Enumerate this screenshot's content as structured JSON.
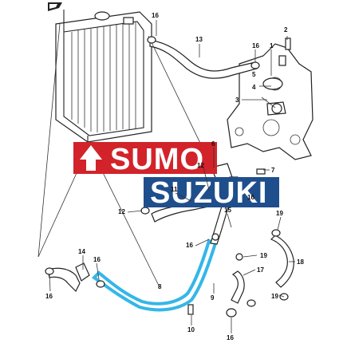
{
  "diagram": {
    "callouts": [
      "1",
      "2",
      "3",
      "4",
      "5",
      "6",
      "7",
      "8",
      "9",
      "10",
      "11",
      "12",
      "13",
      "14",
      "15",
      "16",
      "17",
      "18",
      "19"
    ],
    "highlighted_part": "8",
    "highlight_color": "#35b6e8",
    "watermark": {
      "line1": "SUMO",
      "line2": "SUZUKI",
      "line1_color": "#d2232a",
      "line2_color": "#1f4e8c"
    }
  }
}
